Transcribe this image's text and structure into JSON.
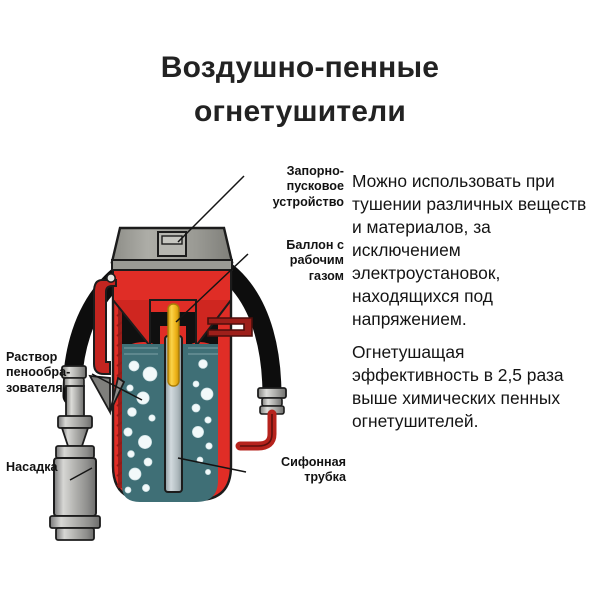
{
  "title": {
    "line1": "Воздушно-пенные",
    "line2": "огнетушители"
  },
  "description": {
    "paragraph1": "Можно использовать при тушении различных веществ и материалов, за исключением электроустановок, находящихся под напряжением.",
    "paragraph2": "Огнетушащая эффективность в 2,5 раза выше химических пенных огнетушителей."
  },
  "diagram": {
    "name": "air-foam-fire-extinguisher-cutaway",
    "callouts": {
      "shutoff_device": "Запорно-\nпусковое\nустройство",
      "gas_cylinder": "Баллон с\nрабочим\nгазом",
      "foam_solution": "Раствор\nпенообра-\nзователя",
      "nozzle": "Насадка",
      "siphon_tube": "Сифонная\nтрубка"
    },
    "colors": {
      "body_red": "#e02d26",
      "body_red_dark": "#8e1b18",
      "cap_gray": "#9c9c96",
      "liquid_teal": "#3f6f76",
      "bubble_white": "#f2f9fa",
      "gas_tube_yellow": "#f2c020",
      "siphon_gray": "#b9c3c6",
      "hose_black": "#0d0d0d",
      "metal_gray": "#a8a8a4",
      "headspace_black": "#101010",
      "text_black": "#141414"
    }
  }
}
